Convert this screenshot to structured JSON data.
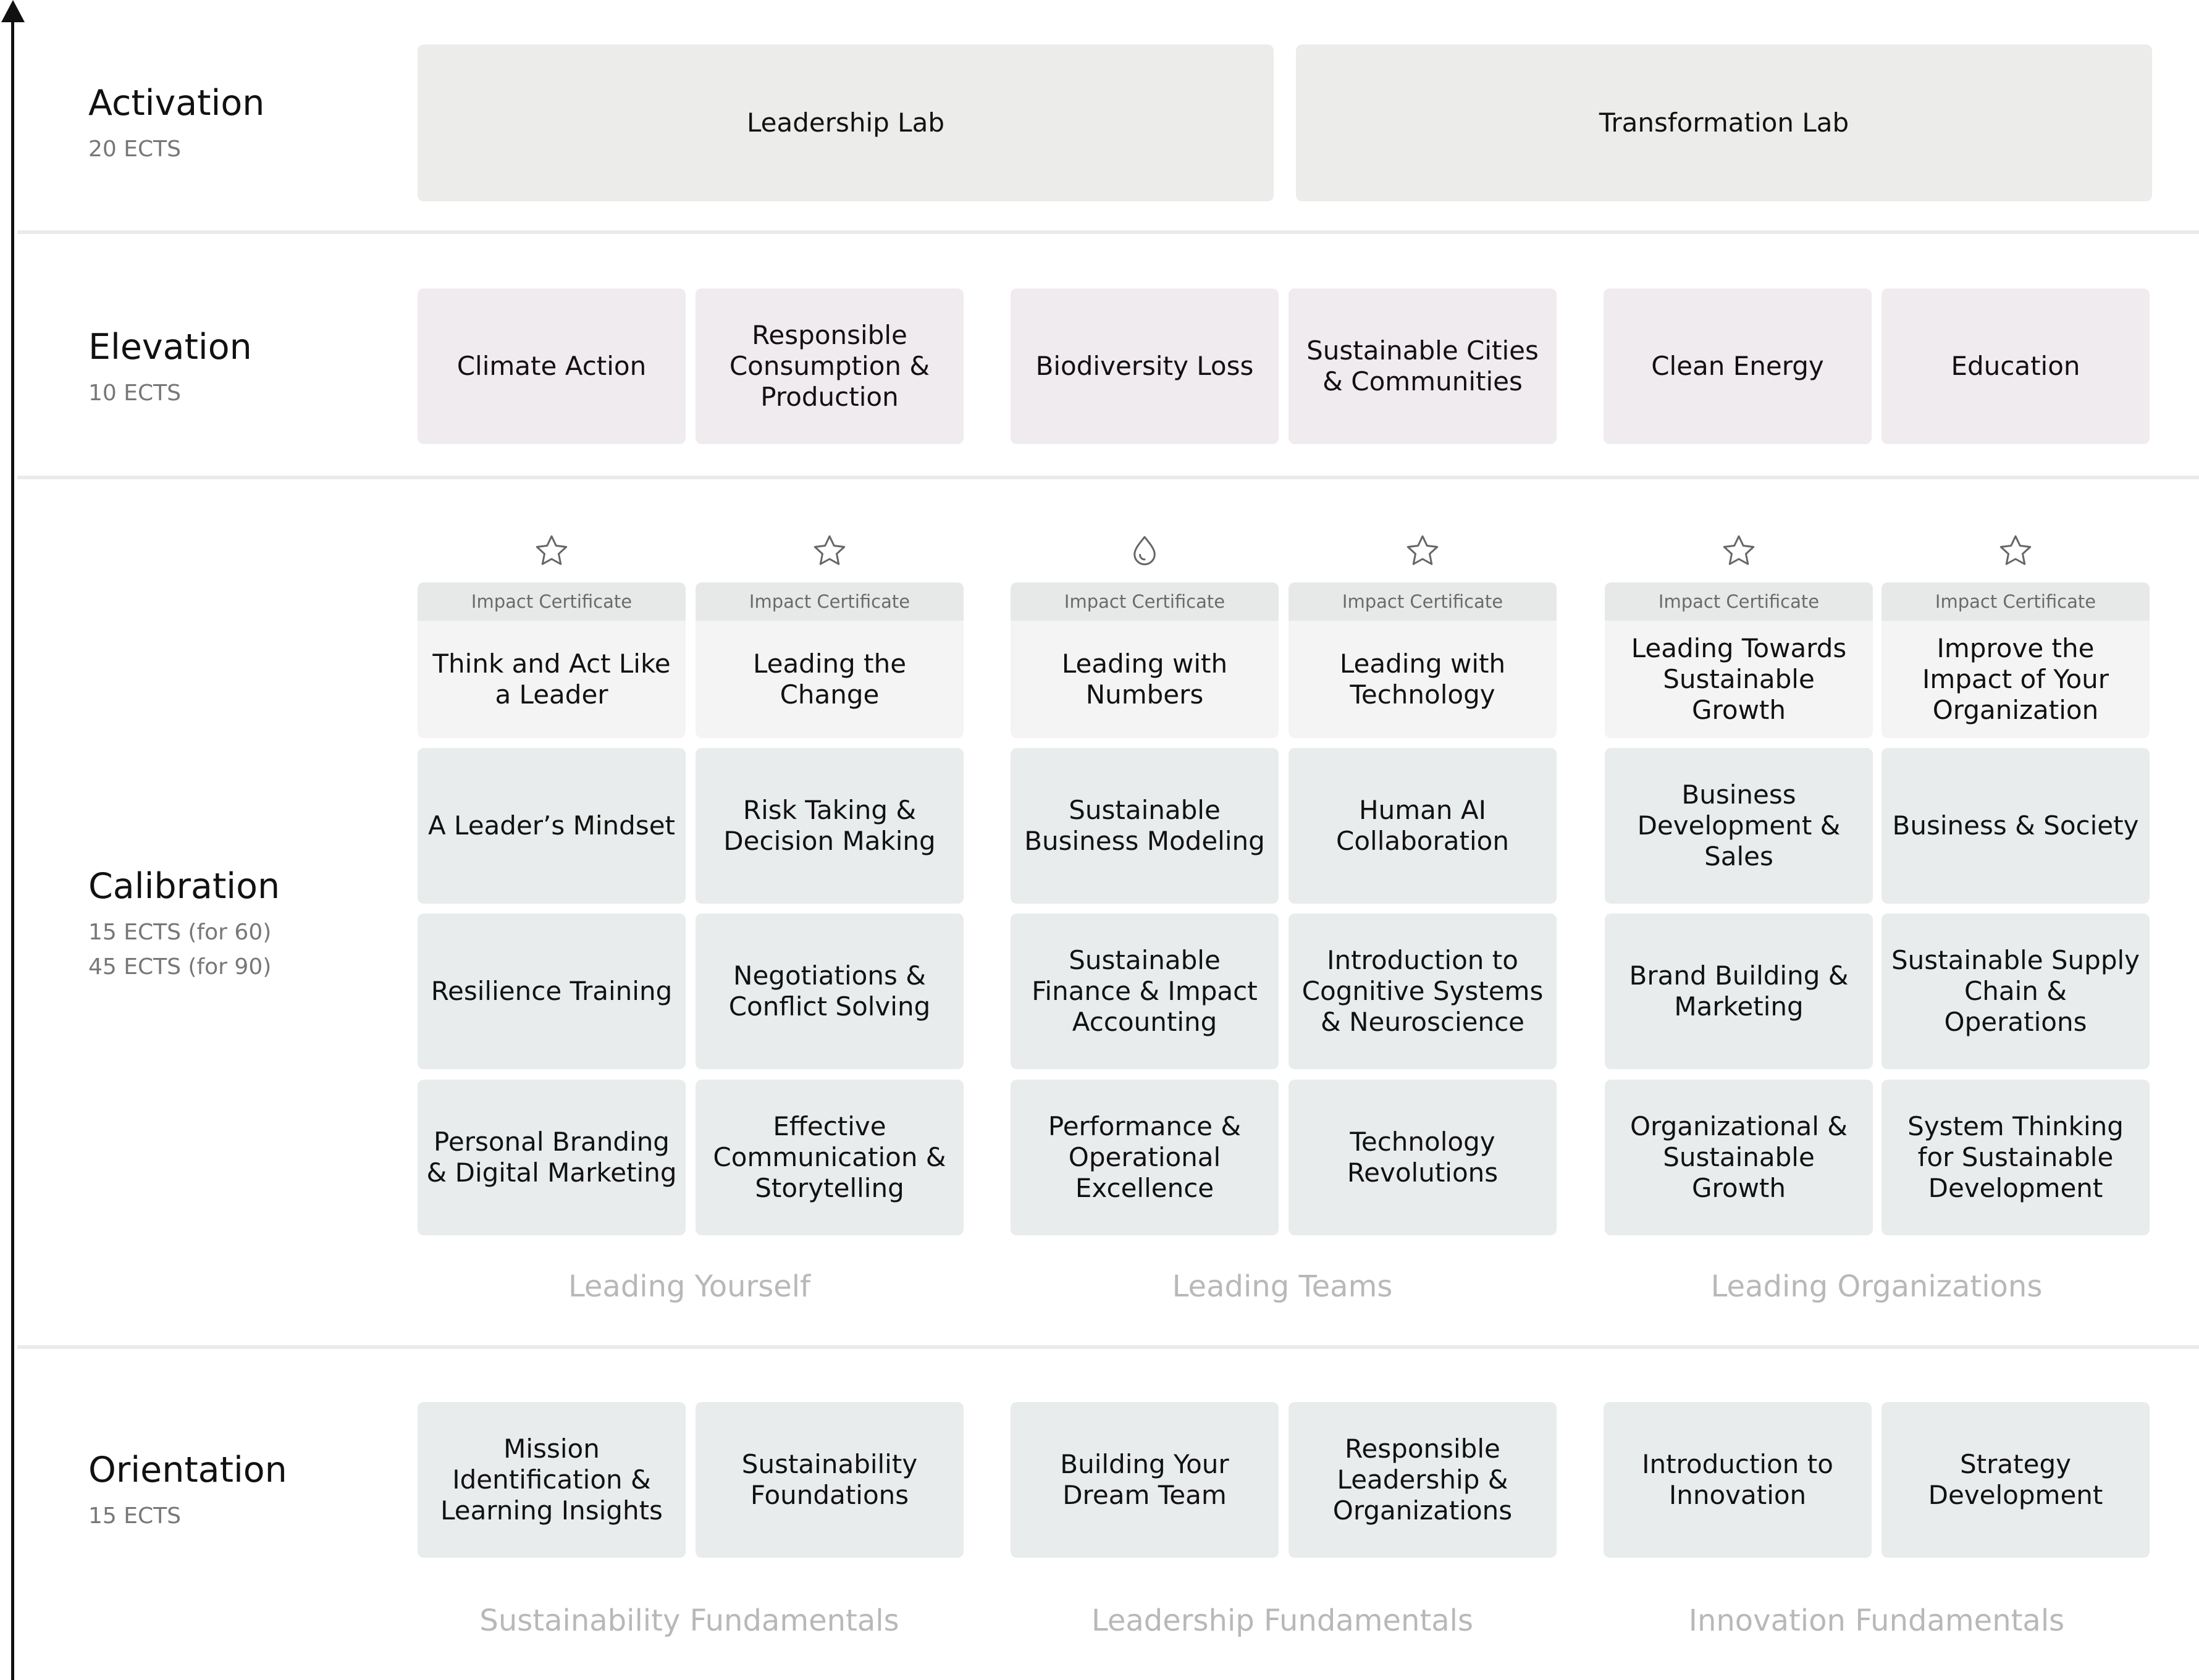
{
  "rows": {
    "activation": {
      "title": "Activation",
      "ects": [
        "20 ECTS"
      ]
    },
    "elevation": {
      "title": "Elevation",
      "ects": [
        "10 ECTS"
      ]
    },
    "calibration": {
      "title": "Calibration",
      "ects": [
        "15 ECTS (for 60)",
        "45 ECTS (for 90)"
      ]
    },
    "orientation": {
      "title": "Orientation",
      "ects": [
        "15 ECTS"
      ]
    }
  },
  "activation_labs": [
    "Leadership Lab",
    "Transformation Lab"
  ],
  "elevation_modules": [
    "Climate Action",
    "Responsible Consumption & Production",
    "Biodiversity Loss",
    "Sustainable Cities & Communities",
    "Clean Energy",
    "Education"
  ],
  "calibration": {
    "certificate_label": "Impact Certificate",
    "certificate_icons": [
      "star-icon",
      "star-icon",
      "drop-icon",
      "star-icon",
      "star-icon",
      "star-icon"
    ],
    "certificates": [
      "Think and Act Like a Leader",
      "Leading the Change",
      "Leading with Numbers",
      "Leading with Technology",
      "Leading Towards Sustainable Growth",
      "Improve the Impact of Your Organization"
    ],
    "modules": [
      [
        "A Leader’s Mindset",
        "Risk Taking & Decision Making",
        "Sustainable Business Modeling",
        "Human AI Collaboration",
        "Business Development & Sales",
        "Business & Society"
      ],
      [
        "Resilience Training",
        "Negotiations & Conflict Solving",
        "Sustainable Finance & Impact Accounting",
        "Introduction to Cognitive Systems & Neuroscience",
        "Brand Building & Marketing",
        "Sustainable Supply Chain & Operations"
      ],
      [
        "Personal Branding & Digital Marketing",
        "Effective Communication & Storytelling",
        "Performance & Operational Excellence",
        "Technology Revolutions",
        "Organizational & Sustainable Growth",
        "System Thinking for Sustainable Development"
      ]
    ],
    "groups": [
      "Leading Yourself",
      "Leading Teams",
      "Leading Organizations"
    ]
  },
  "orientation": {
    "modules": [
      "Mission Identification & Learning Insights",
      "Sustainability Foundations",
      "Building Your Dream Team",
      "Responsible Leadership & Organizations",
      "Introduction to Innovation",
      "Strategy Development"
    ],
    "groups": [
      "Sustainability Fundamentals",
      "Leadership Fundamentals",
      "Innovation Fundamentals"
    ]
  }
}
